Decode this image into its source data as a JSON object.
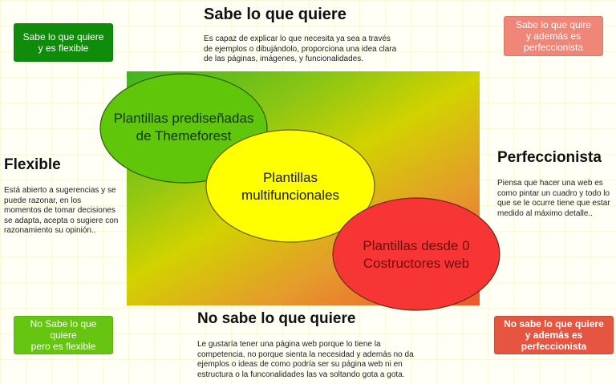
{
  "corner_tags": {
    "top_left": {
      "label_line1": "Sabe lo que quiere",
      "label_line2": "y es flexible",
      "color": "#0e8c0a"
    },
    "top_right": {
      "label_line1": "Sabe lo que quire",
      "label_line2": "y además es",
      "label_line3": "perfeccionista",
      "color": "#ef8677"
    },
    "bottom_left": {
      "label_line1": "No Sabe lo que quiere",
      "label_line2": "pero es flexible",
      "color": "#66c510"
    },
    "bottom_right": {
      "label_line1": "No sabe lo que quiere",
      "label_line2": "y además es",
      "label_line3": "perfeccionista",
      "color": "#e65540"
    }
  },
  "axes": {
    "top": {
      "title": "Sabe lo que quiere",
      "lines": [
        "Es capaz de explicar lo que necesita ya sea a través",
        "de ejemplos o dibujándolo, proporciona una idea clara",
        "de las páginas, imágenes, y funcionalidades."
      ]
    },
    "left": {
      "title": "Flexible",
      "lines": [
        "Está abierto a sugerencias y se",
        "puede razonar, en los",
        "momentos de tomar decisiones",
        "se adapta, acepta o sugiere con",
        "razonamiento su opinión.."
      ]
    },
    "right": {
      "title": "Perfeccionista",
      "lines": [
        "Piensa que hacer una web es",
        "como pintar un cuadro y todo lo",
        "que se le ocurre tiene que estar",
        "medido al máximo detalle.."
      ]
    },
    "bottom": {
      "title": "No sabe lo que quiere",
      "lines": [
        "Le gustaría tener una página web porque lo tiene la",
        "competencia, no porque sienta la necesidad y además no da",
        "ejemplos o ideas de como podría ser su página web ni en",
        "estructura o la funconalidades las va soltando gota a gota."
      ]
    }
  },
  "ellipses": [
    {
      "line1": "Plantillas prediseñadas",
      "line2": "de Themeforest",
      "fill": "#5fc60a",
      "text_color": "#0f3a06"
    },
    {
      "line1": "Plantillas",
      "line2": "multifuncionales",
      "fill": "#ffff00",
      "text_color": "#222200"
    },
    {
      "line1": "Plantillas desde 0",
      "line2": "Costructores web",
      "fill": "#f73535",
      "text_color": "#6a0d0d"
    }
  ],
  "gradient_colors": [
    "#3fb51f",
    "#d2d200",
    "#f0552c"
  ]
}
